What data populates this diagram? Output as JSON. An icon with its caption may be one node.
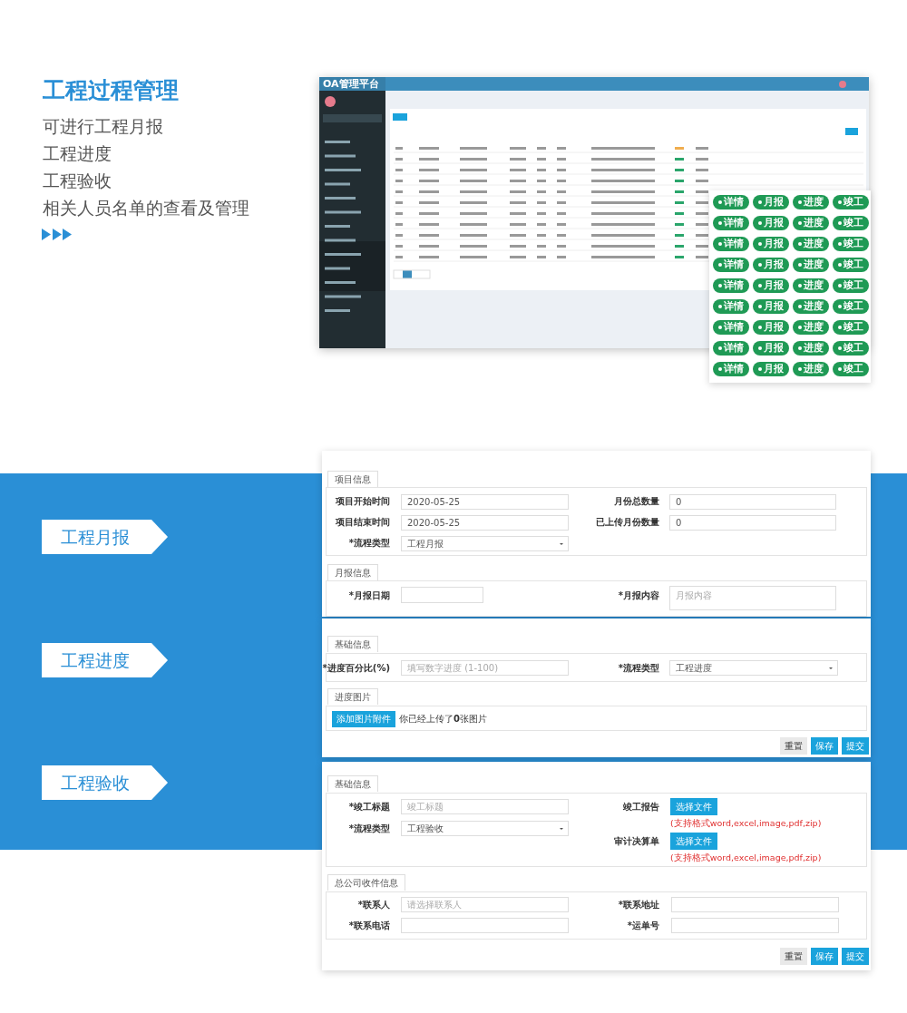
{
  "diagram": {
    "title": "工程过程管理",
    "nodes": [
      {
        "text": [
          "工程月报"
        ]
      },
      {
        "text": [
          "工程进度"
        ]
      },
      {
        "text": [
          "工程验收"
        ]
      }
    ],
    "labels": [
      "可进行工程月报",
      "工程进度",
      "工程验收",
      "相关人员名单的查看及管理",
      "OA管理平台",
      "详情",
      "月报",
      "进度",
      "竣工",
      "详情",
      "月报",
      "进度",
      "竣工",
      "详情",
      "月报",
      "进度",
      "竣工",
      "详情",
      "月报",
      "进度",
      "竣工",
      "详情",
      "月报",
      "进度",
      "竣工",
      "详情",
      "月报",
      "进度",
      "竣工",
      "详情",
      "月报",
      "进度",
      "竣工",
      "详情",
      "月报",
      "进度",
      "竣工",
      "详情",
      "月报",
      "进度",
      "竣工",
      "项目信息",
      "项目开始时间",
      "2020-05-25",
      "月份总数量",
      "0",
      "项目结束时间",
      "2020-05-25",
      "已上传月份数量",
      "0",
      "*流程类型",
      "工程月报",
      "月报信息",
      "*月报日期",
      "*月报内容",
      "月报内容",
      "基础信息",
      "*进度百分比(%)",
      "填写数字进度 (1-100)",
      "*流程类型",
      "工程进度",
      "进度图片",
      "添加图片附件",
      "你已经上传了**0**张图片",
      "重置",
      "保存",
      "提交",
      "基础信息",
      "*竣工标题",
      "竣工标题",
      "*流程类型",
      "工程验收",
      "竣工报告",
      "选择文件",
      "(支持格式word,excel,image,pdf,zip)",
      "审计决算单",
      "选择文件",
      "(支持格式word,excel,image,pdf,zip)",
      "总公司收件信息",
      "*联系人",
      "请选择联系人",
      "*联系地址",
      "*联系电话",
      "*运单号",
      "重置",
      "保存",
      "提交"
    ]
  }
}
